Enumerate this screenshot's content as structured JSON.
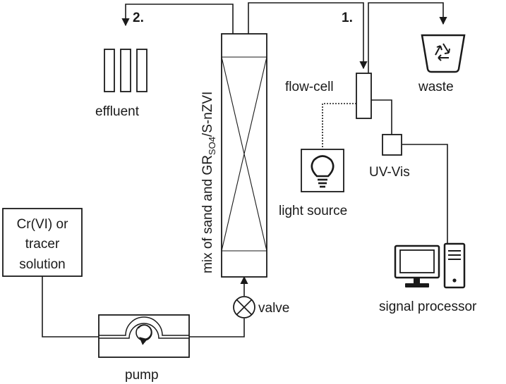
{
  "labels": {
    "step_1": "1.",
    "step_2": "2.",
    "effluent": "effluent",
    "waste": "waste",
    "flow_cell": "flow-cell",
    "uv_vis": "UV-Vis",
    "light_source": "light source",
    "signal_processor": "signal processor",
    "valve": "valve",
    "pump": "pump",
    "solution_line1": "Cr(VI) or",
    "solution_line2": "tracer",
    "solution_line3": "solution",
    "column_prefix": "mix of sand and GR",
    "column_sub": "SO4",
    "column_suffix": "/S-nZVI"
  },
  "icons": {
    "waste": "recycle-bin-icon",
    "light_source": "light-bulb-icon",
    "signal_processor": "computer-icon",
    "valve": "valve-icon",
    "pump": "peristaltic-pump-icon",
    "effluent": "collection-tubes-icon"
  },
  "colors": {
    "line": "#1a1a1a",
    "background": "#ffffff"
  }
}
